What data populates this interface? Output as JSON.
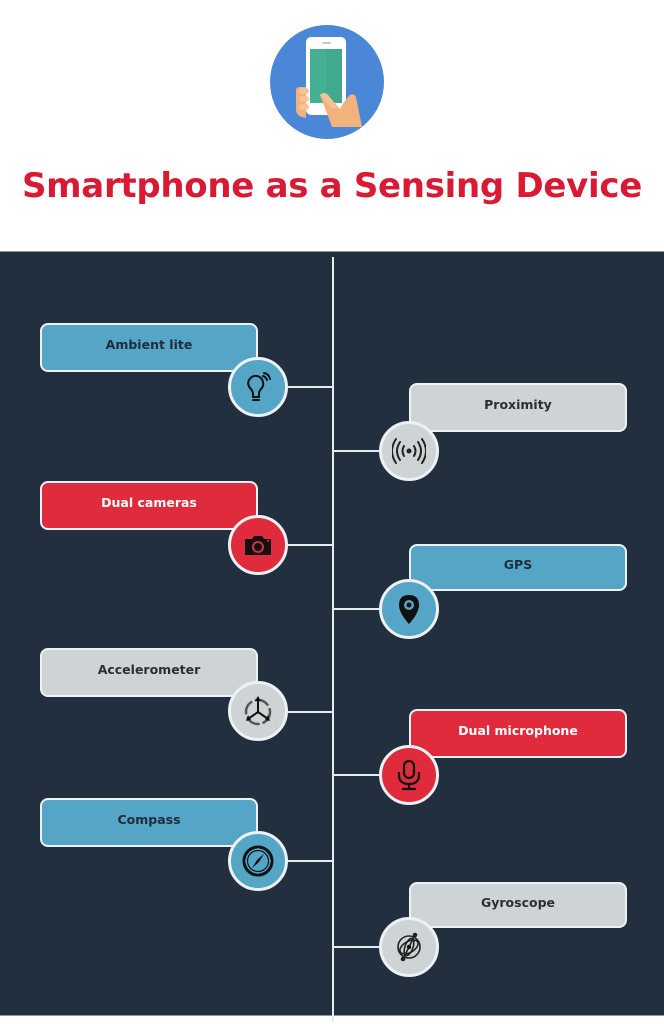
{
  "header": {
    "icon": "smartphone-in-hand-icon",
    "title": "Smartphone as a Sensing Device"
  },
  "colors": {
    "title": "#d91a35",
    "background_panel": "#222f3e",
    "blue": "#55a5c7",
    "red": "#e02b3c",
    "grey": "#ced4d5",
    "line": "#e8ecef"
  },
  "sensors": [
    {
      "label": "Ambient lite",
      "side": "left",
      "color": "blue",
      "icon": "light-bulb-icon"
    },
    {
      "label": "Proximity",
      "side": "right",
      "color": "grey",
      "icon": "broadcast-signal-icon"
    },
    {
      "label": "Dual cameras",
      "side": "left",
      "color": "red",
      "icon": "camera-icon"
    },
    {
      "label": "GPS",
      "side": "right",
      "color": "blue",
      "icon": "map-pin-icon"
    },
    {
      "label": "Accelerometer",
      "side": "left",
      "color": "grey",
      "icon": "three-axis-arrows-icon"
    },
    {
      "label": "Dual microphone",
      "side": "right",
      "color": "red",
      "icon": "microphone-icon"
    },
    {
      "label": "Compass",
      "side": "left",
      "color": "blue",
      "icon": "compass-icon"
    },
    {
      "label": "Gyroscope",
      "side": "right",
      "color": "grey",
      "icon": "gyroscope-icon"
    }
  ]
}
